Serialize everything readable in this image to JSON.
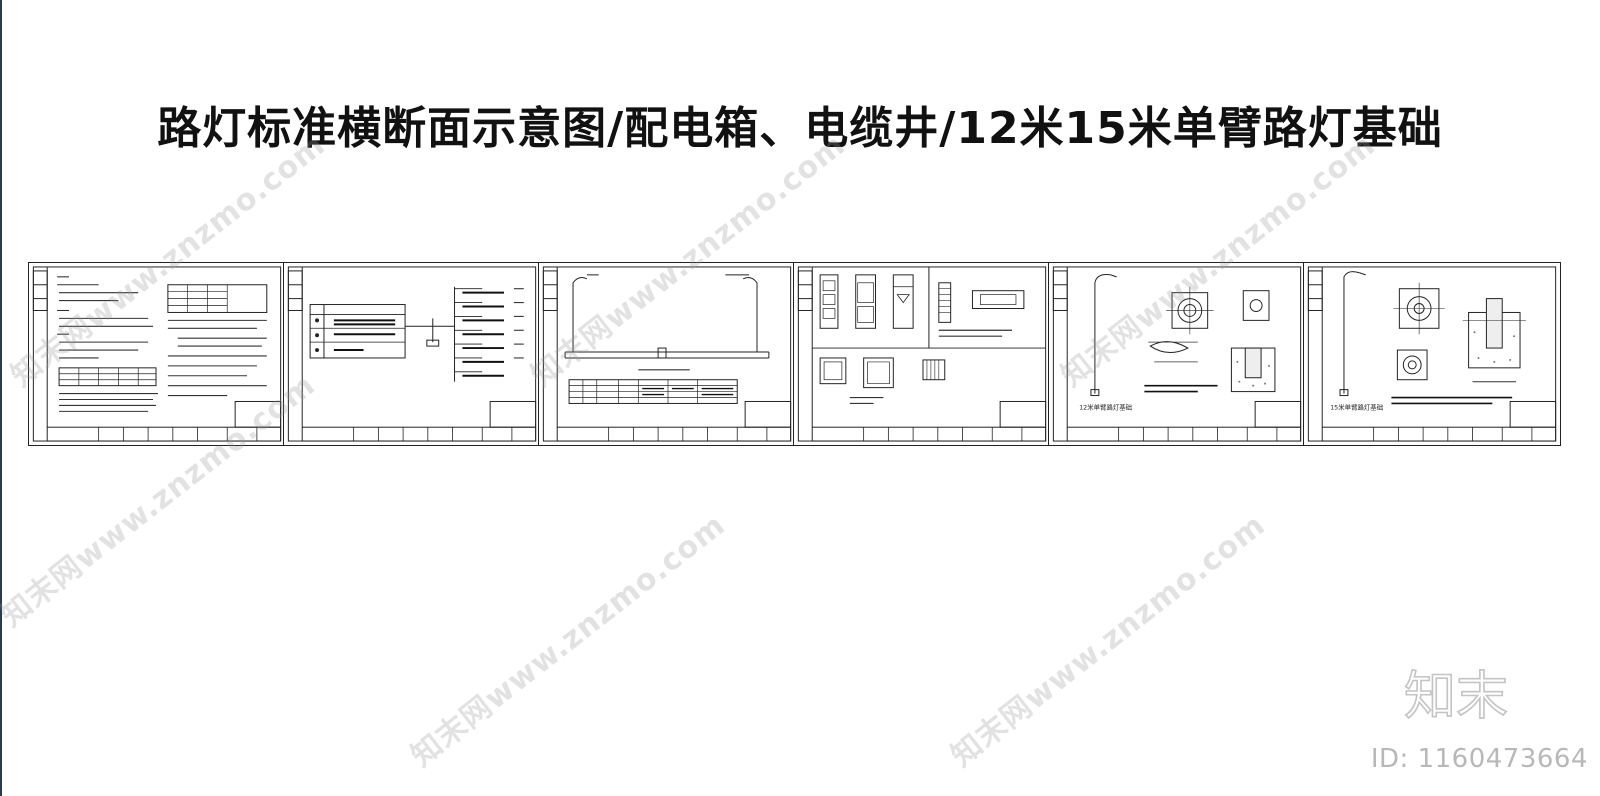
{
  "title": "路灯标准横断面示意图/配电箱、电缆井/12米15米单臂路灯基础",
  "watermark_text": "知末网www.znzmo.com",
  "sheet_captions": {
    "sheet5": "12米单臂路灯基础",
    "sheet6": "15米单臂路灯基础"
  },
  "brand": {
    "logo_text": "知末",
    "id_text": "ID: 1160473664"
  },
  "colors": {
    "line": "#222222",
    "watermark": "#969696",
    "left_edge": "#2a3a55"
  }
}
